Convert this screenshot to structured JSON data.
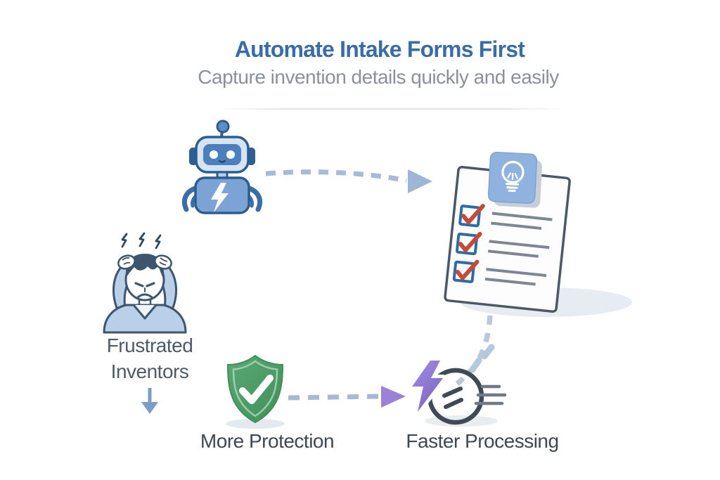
{
  "header": {
    "title": "Automate Intake Forms First",
    "subtitle": "Capture invention details quickly and easily"
  },
  "flow": {
    "robot": {
      "icon": "robot-icon"
    },
    "document": {
      "icon": "checklist-document-icon",
      "badge_icon": "lightbulb-icon",
      "checked_items": 3
    },
    "frustrated": {
      "icon": "frustrated-inventor-icon",
      "label_line1": "Frustrated",
      "label_line2": "Inventors"
    },
    "protection": {
      "icon": "shield-check-icon",
      "label": "More Protection"
    },
    "processing": {
      "icon": "lightning-speed-icon",
      "label": "Faster Processing"
    }
  },
  "connections": [
    {
      "from": "robot",
      "to": "document",
      "style": "dashed-arrow"
    },
    {
      "from": "document",
      "to": "processing",
      "style": "dashed-curve"
    },
    {
      "from": "protection",
      "to": "processing",
      "style": "dashed-arrow"
    },
    {
      "from": "frustrated",
      "to": "protection",
      "style": "down-arrow"
    }
  ],
  "colors": {
    "title_blue": "#3a6ca6",
    "subtitle_gray": "#8b919b",
    "label_dark": "#3e4854",
    "label_gray": "#4e5a68",
    "robot_light_blue": "#d6e3f3",
    "robot_mid_blue": "#7ba3d4",
    "robot_screen_blue": "#4d7fbe",
    "outline_dark_blue": "#2d5d8f",
    "document_outline": "#4d5866",
    "checkbox_blue": "#2e6da4",
    "check_red": "#c64a3a",
    "tab_blue": "#8fb2de",
    "shield_green": "#4f9c67",
    "bolt_purple": "#9181d2",
    "connector_blue": "#a9bad8",
    "arrowhead_purple": "#9b82d8",
    "person_line": "#3e556e",
    "shirt_blue": "#b9d0e8"
  }
}
